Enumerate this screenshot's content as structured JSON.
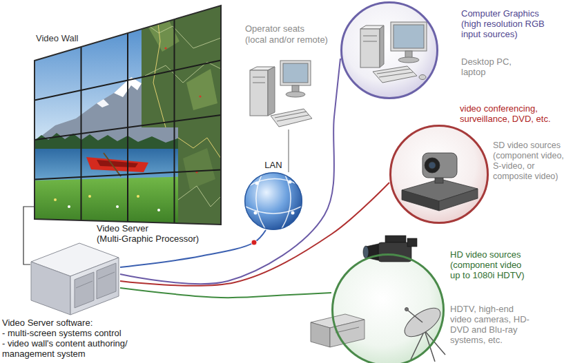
{
  "diagram": {
    "nodes": [
      {
        "text": [
          "Video Wall"
        ]
      },
      {
        "text": [
          "Operator seats",
          "(local and/or remote)"
        ]
      },
      {
        "text": [
          "Computer Graphics",
          "(high resolution RGB input sources)",
          "Desktop PC, laptop"
        ]
      },
      {
        "text": [
          "video conferencing, surveillance, DVD, etc.",
          "SD video sources",
          "(component video, S-video, or composite video)"
        ]
      },
      {
        "text": [
          "LAN"
        ]
      },
      {
        "text": [
          "Video Server",
          "(Multi-Graphic Processor)"
        ]
      },
      {
        "text": [
          "HD video sources",
          "(component video up to 1080i HDTV)",
          "HDTV, high-end video cameras, HD-DVD and Blu-ray systems, etc."
        ]
      }
    ],
    "edges": [
      {
        "from": 0,
        "to": 5,
        "arrow": "none"
      },
      {
        "from": 1,
        "to": 4,
        "arrow": "none"
      },
      {
        "from": 5,
        "to": 4,
        "arrow": "none"
      },
      {
        "from": 5,
        "to": 2,
        "arrow": "none"
      },
      {
        "from": 5,
        "to": 3,
        "arrow": "none"
      },
      {
        "from": 5,
        "to": 6,
        "arrow": "none"
      }
    ],
    "labels": [
      "Video Server software:",
      "- multi-screen systems control",
      "- video wall's content authoring/ management system"
    ]
  }
}
